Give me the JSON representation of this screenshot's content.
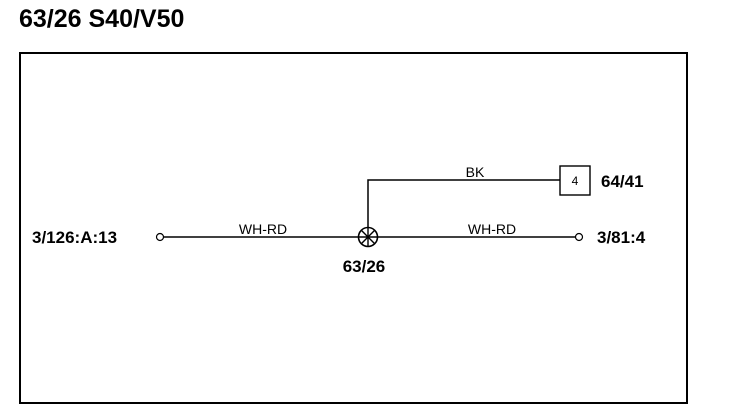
{
  "title": "63/26 S40/V50",
  "diagram": {
    "connectors": {
      "left": "3/126:A:13",
      "right": "3/81:4",
      "top_right": "64/41"
    },
    "splice": {
      "label": "63/26"
    },
    "wires": {
      "left": "WH-RD",
      "right": "WH-RD",
      "branch": "BK"
    },
    "pin": "4"
  }
}
